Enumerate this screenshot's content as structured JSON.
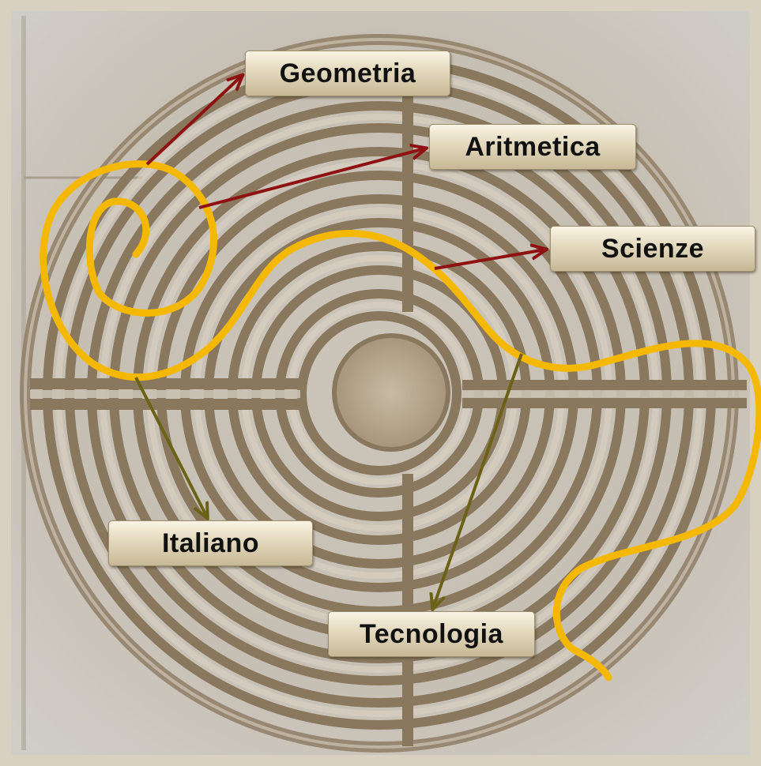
{
  "subjects": {
    "geometria": "Geometria",
    "aritmetica": "Aritmetica",
    "scienze": "Scienze",
    "italiano": "Italiano",
    "tecnologia": "Tecnologia"
  },
  "colors": {
    "stone": "#cbc6bc",
    "groove": "#8b7a62",
    "path": "#f5b800",
    "arrow_red": "#8e1212",
    "arrow_olive": "#6b6217"
  }
}
